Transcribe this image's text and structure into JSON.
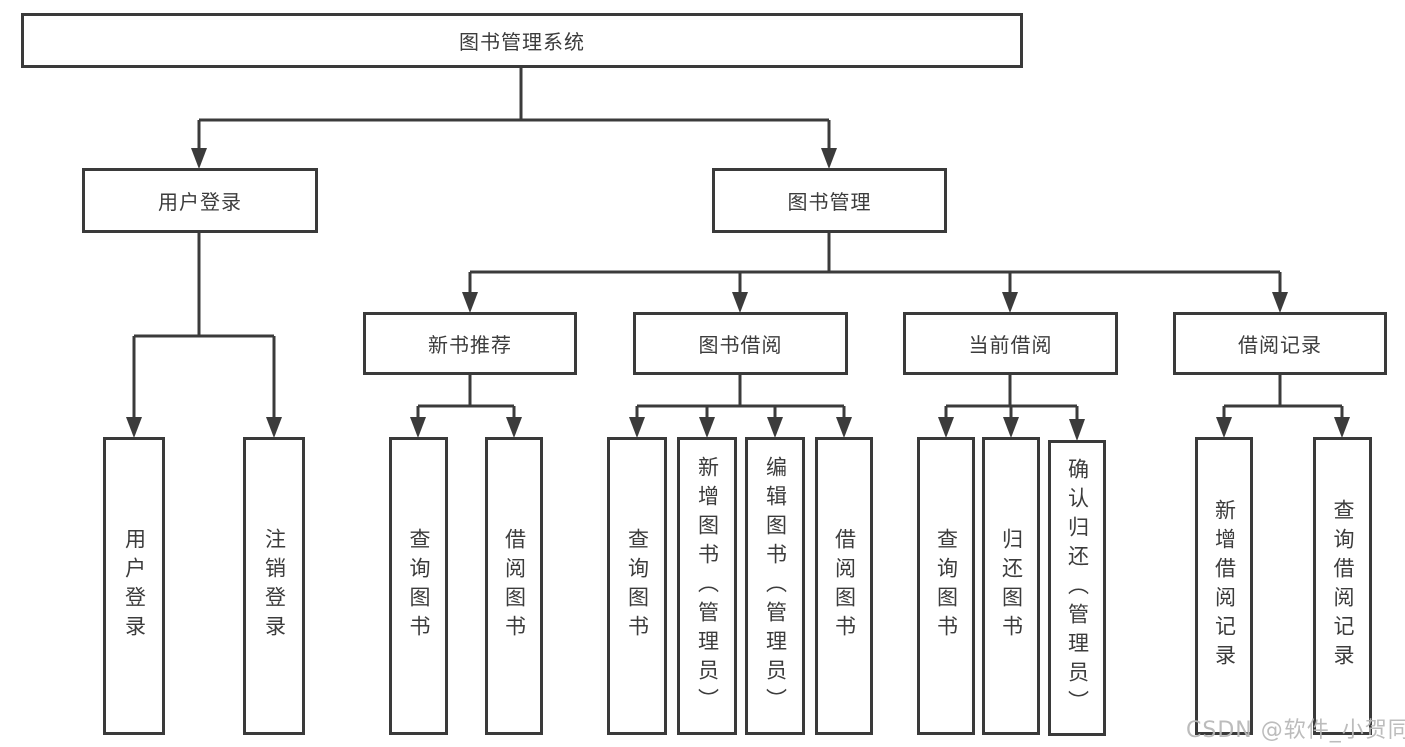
{
  "root": {
    "label": "图书管理系统"
  },
  "user_login": {
    "label": "用户登录",
    "children": [
      {
        "label": "用户登录"
      },
      {
        "label": "注销登录"
      }
    ]
  },
  "book_mgmt": {
    "label": "图书管理",
    "groups": [
      {
        "label": "新书推荐",
        "children": [
          {
            "label": "查询图书"
          },
          {
            "label": "借阅图书"
          }
        ]
      },
      {
        "label": "图书借阅",
        "children": [
          {
            "label": "查询图书"
          },
          {
            "label": "新增图书（管理员）"
          },
          {
            "label": "编辑图书（管理员）"
          },
          {
            "label": "借阅图书"
          }
        ]
      },
      {
        "label": "当前借阅",
        "children": [
          {
            "label": "查询图书"
          },
          {
            "label": "归还图书"
          },
          {
            "label": "确认归还（管理员）"
          }
        ]
      },
      {
        "label": "借阅记录",
        "children": [
          {
            "label": "新增借阅记录"
          },
          {
            "label": "查询借阅记录"
          }
        ]
      }
    ]
  },
  "watermark": {
    "label": "CSDN @软件_小贺同学"
  },
  "colors": {
    "line": "#3b3b3b",
    "box_border": "#3a3a3a",
    "box_background": "#ffffff",
    "text": "#3c3c3c",
    "watermark": "#b8b8b8"
  }
}
